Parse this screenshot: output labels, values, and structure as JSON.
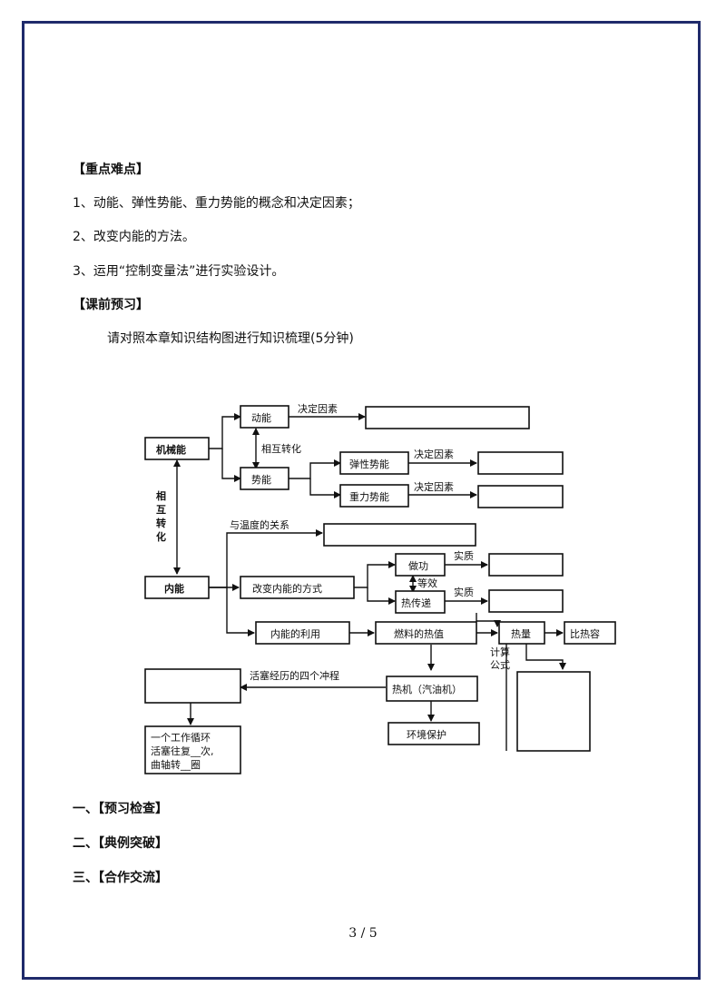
{
  "sections": {
    "key_points_title": "【重点难点】",
    "key_points": [
      "1、动能、弹性势能、重力势能的概念和决定因素；",
      "2、改变内能的方法。",
      "3、运用“控制变量法”进行实验设计。"
    ],
    "preview_title": "【课前预习】",
    "preview_instruction": "请对照本章知识结构图进行知识梳理(5分钟)",
    "check_title": "一、【预习检查】",
    "example_title": "二、【典例突破】",
    "cooperation_title": "三、【合作交流】"
  },
  "diagram": {
    "mechanical_energy": "机械能",
    "kinetic_energy": "动能",
    "potential_energy": "势能",
    "elastic_potential": "弹性势能",
    "gravitational_potential": "重力势能",
    "determining_factors": "决定因素",
    "mutual_conversion": "相互转化",
    "mutual_conversion_vertical": [
      "相",
      "互",
      "转",
      "化"
    ],
    "internal_energy": "内能",
    "relation_temperature": "与温度的关系",
    "change_methods": "改变内能的方式",
    "work": "做功",
    "equivalent": "等效",
    "heat_transfer": "热传递",
    "essence": "实质",
    "use_of_internal_energy": "内能的利用",
    "fuel_heat_value": "燃料的热值",
    "heat": "热量",
    "specific_heat": "比热容",
    "calc_formula": [
      "计算",
      "公式"
    ],
    "four_strokes": "活塞经历的四个冲程",
    "heat_engine": "热机（汽油机）",
    "environment": "环境保护",
    "cycle_lines": [
      "一个工作循环",
      "活塞往复__次,",
      "曲轴转__圈"
    ]
  },
  "footer": {
    "page": "3 / 5"
  }
}
